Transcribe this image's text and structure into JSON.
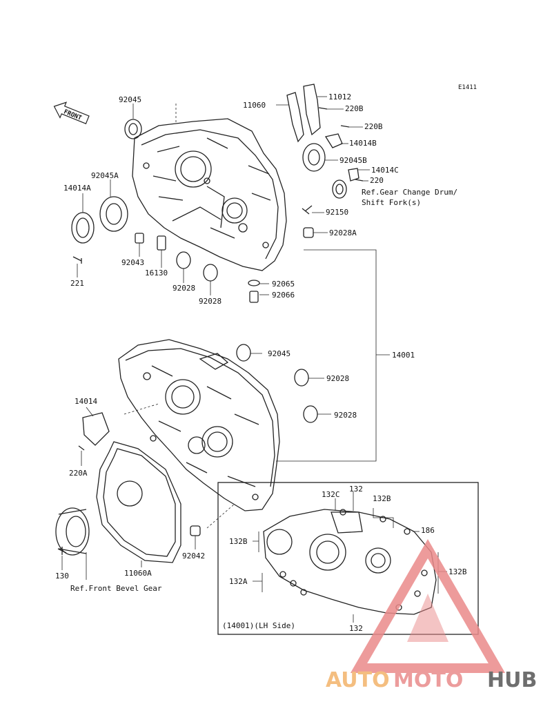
{
  "diagram_code": "E1411",
  "front_arrow_text": "FRONT",
  "labels": {
    "p92045_top": "92045",
    "p11060": "11060",
    "p11012": "11012",
    "p220B_1": "220B",
    "p220B_2": "220B",
    "p14014B": "14014B",
    "p92045B": "92045B",
    "p14014C": "14014C",
    "p220": "220",
    "ref_gear_change_1": "Ref.Gear Change Drum/",
    "ref_gear_change_2": "Shift Fork(s)",
    "p92045A": "92045A",
    "p14014A": "14014A",
    "p92150": "92150",
    "p92028A": "92028A",
    "p92043": "92043",
    "p16130": "16130",
    "p221": "221",
    "p92028_a": "92028",
    "p92028_b": "92028",
    "p92065": "92065",
    "p92066": "92066",
    "p92045_mid": "92045",
    "p14001": "14001",
    "p92028_c": "92028",
    "p92028_d": "92028",
    "p14014": "14014",
    "p220A": "220A",
    "p92042": "92042",
    "p11060A": "11060A",
    "p130": "130",
    "ref_front_bevel": "Ref.Front Bevel Gear",
    "p132C": "132C",
    "p132_top": "132",
    "p132B_top": "132B",
    "p186": "186",
    "p132B_left": "132B",
    "p132B_right": "132B",
    "p132A": "132A",
    "p132_bottom": "132",
    "lh_side": "(14001)(LH Side)"
  },
  "watermark": {
    "part1": "AUTO",
    "part2": "MOTO",
    "part3": "HUB",
    "color1": "#f3b36a",
    "color2": "#e98b8b",
    "color3": "#555555"
  }
}
